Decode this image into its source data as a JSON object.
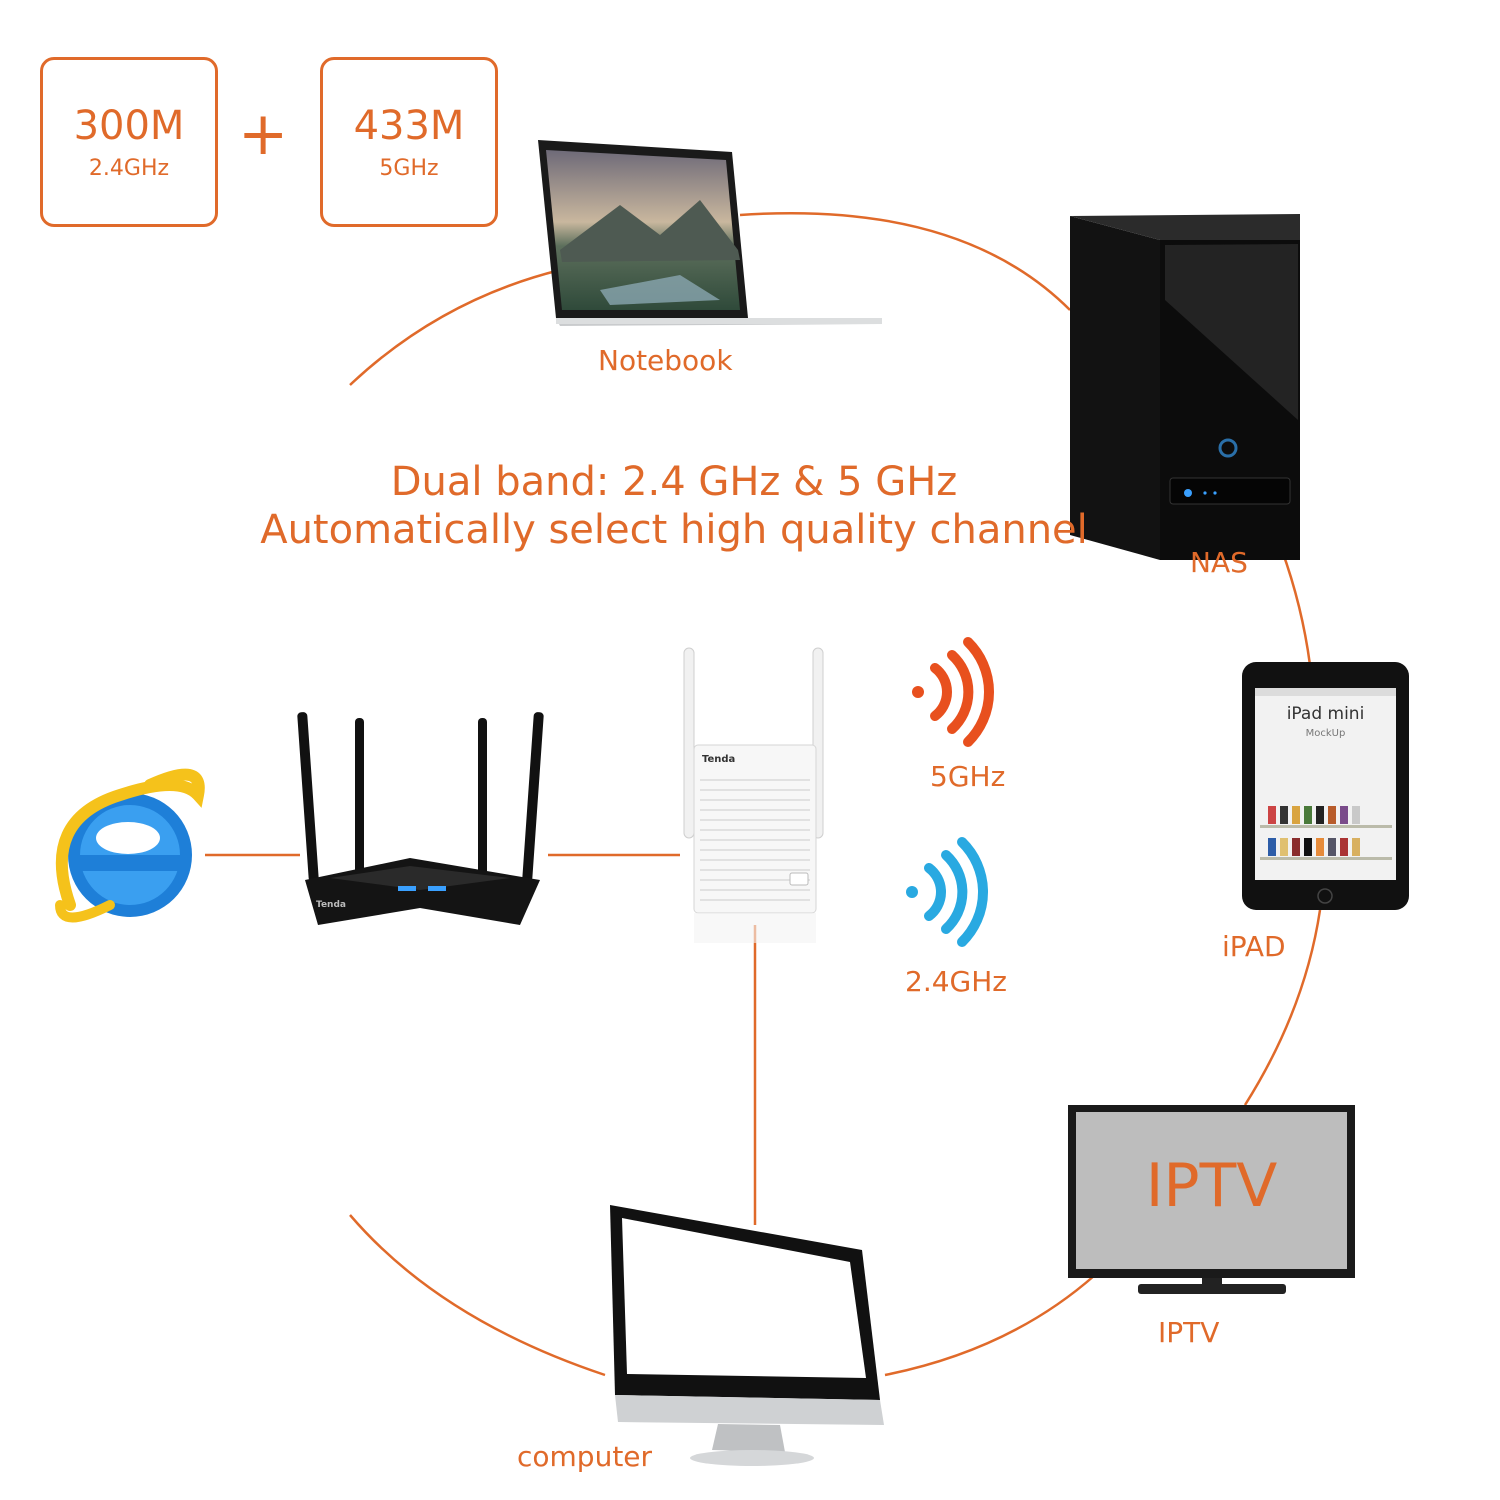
{
  "speeds": [
    {
      "rate": "300M",
      "band": "2.4GHz"
    },
    {
      "rate": "433M",
      "band": "5GHz"
    }
  ],
  "plus_sign": "+",
  "headline": {
    "line1": "Dual band: 2.4 GHz & 5 GHz",
    "line2": "Automatically select high quality channel"
  },
  "devices": {
    "notebook": "Notebook",
    "nas": "NAS",
    "ipad": "iPAD",
    "iptv": "IPTV",
    "computer": "computer"
  },
  "iptv_screen_text": "IPTV",
  "router_brand": "Tenda",
  "extender_brand": "Tenda",
  "ipad_screen": {
    "title": "iPad mini",
    "subtitle": "MockUp"
  },
  "signals": {
    "band5": "5GHz",
    "band24": "2.4GHz"
  },
  "colors": {
    "accent": "#e06a2a",
    "signal5": "#e8501e",
    "signal24": "#29a9e1"
  },
  "icons": [
    "internet-explorer-icon",
    "wifi-signal-icon"
  ]
}
